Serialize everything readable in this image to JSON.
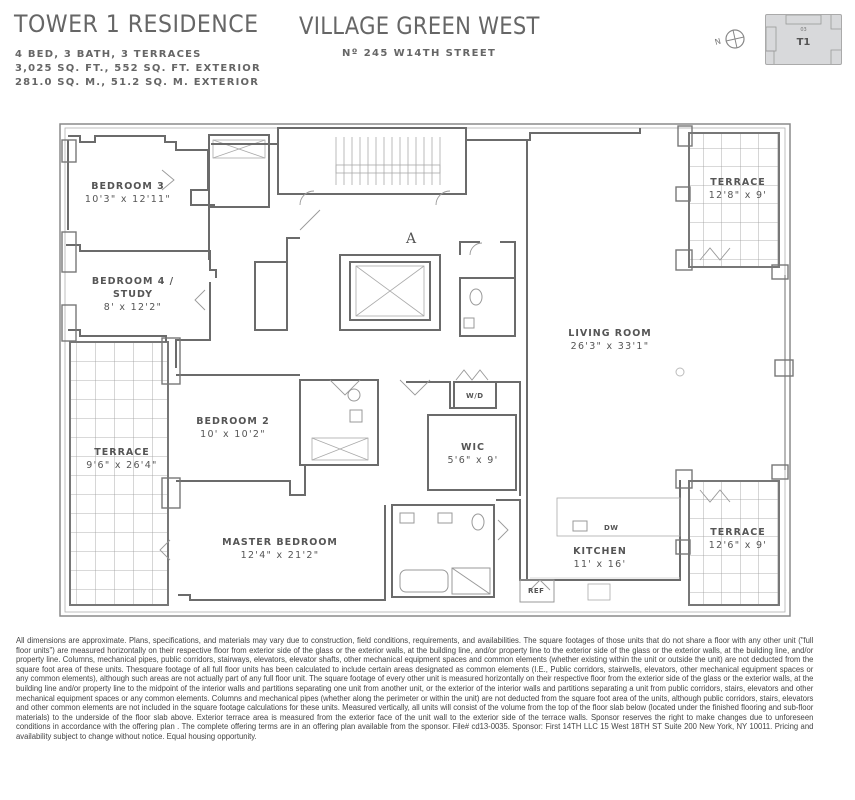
{
  "header": {
    "title": "TOWER 1 RESIDENCE",
    "specs": [
      "4 BED, 3 BATH, 3 TERRACES",
      "3,025 SQ. FT., 552 SQ. FT. EXTERIOR",
      "281.0 SQ. M., 51.2 SQ. M. EXTERIOR"
    ],
    "building_name": "VILLAGE GREEN WEST",
    "address": "Nº 245 W14TH STREET"
  },
  "compass": {
    "label": "N",
    "icon": "north-arrow-icon"
  },
  "key_plan": {
    "unit_label": "T1",
    "level_label": "03"
  },
  "rooms": [
    {
      "id": "bedroom-3",
      "name": "BEDROOM 3",
      "dimensions": "10'3\" x 12'11\""
    },
    {
      "id": "bedroom-4",
      "name": "BEDROOM 4 /",
      "name2": "STUDY",
      "dimensions": "8' x 12'2\""
    },
    {
      "id": "terrace-west",
      "name": "TERRACE",
      "dimensions": "9'6\" x 26'4\""
    },
    {
      "id": "bedroom-2",
      "name": "BEDROOM 2",
      "dimensions": "10' x 10'2\""
    },
    {
      "id": "master-bedroom",
      "name": "MASTER BEDROOM",
      "dimensions": "12'4\" x 21'2\""
    },
    {
      "id": "wic",
      "name": "WIC",
      "dimensions": "5'6\" x 9'"
    },
    {
      "id": "living-room",
      "name": "LIVING ROOM",
      "dimensions": "26'3\" x 33'1\""
    },
    {
      "id": "kitchen",
      "name": "KITCHEN",
      "dimensions": "11' x 16'"
    },
    {
      "id": "terrace-ne",
      "name": "TERRACE",
      "dimensions": "12'8\" x 9'"
    },
    {
      "id": "terrace-se",
      "name": "TERRACE",
      "dimensions": "12'6\" x 9'"
    }
  ],
  "fixture_labels": {
    "washer_dryer": "W/D",
    "refrigerator": "REF",
    "dishwasher": "DW",
    "elevator_marker": "A"
  },
  "disclaimer": "All dimensions are approximate. Plans, specifications, and materials may vary due to construction, field conditions, requirements, and availabilities. The square footages of those units that do not share a floor with any other unit (\"full floor units\") are measured horizontally on their respective floor from exterior side of the glass or the exterior walls, at the building line, and/or property line to the exterior side of the glass or the exterior walls, at the building line, and/or property line. Columns, mechanical pipes, public corridors, stairways, elevators, elevator shafts, other mechanical equipment spaces and common elements (whether existing within the unit or outside the unit) are not deducted from the square foot area of these units. Thesquare footage of all full floor units has been calculated to include certain areas designated as common elements (I.E., Public corridors, stairwells, elevators, other mechanical equipment spaces or any common elements), although such areas are not actually part of any full floor unit. The square footage of every other unit is measured horizontally on their respective floor from the exterior side of the glass or the exterior walls, at the building line and/or property line to the midpoint of the interior walls and partitions separating one unit from another unit, or the exterior of the interior walls and partitions separating a unit from public corridors, stairs, elevators and other mechanical equipment spaces or any common elements. Columns and mechanical pipes (whether along the perimeter or within the unit) are not deducted from the square foot area of the units, although public corridors, stairs, elevators and other common elements are not included in the square footage calculations for these units. Measured vertically, all units will consist of the volume from the top of the floor slab below (located under the finished flooring and sub-floor materials) to the underside of the floor slab above. Exterior terrace area is measured from the exterior face of the unit wall to the exterior side of the terrace walls. Sponsor reserves the right to make changes due to unforeseen conditions in accordance with the offering plan . The complete offering terms are in an offering plan available from the sponsor. File# cd13-0035. Sponsor: First 14TH LLC 15 West 18TH ST Suite 200 New York, NY 10011. Pricing and availability subject to change without notice. Equal housing opportunity."
}
